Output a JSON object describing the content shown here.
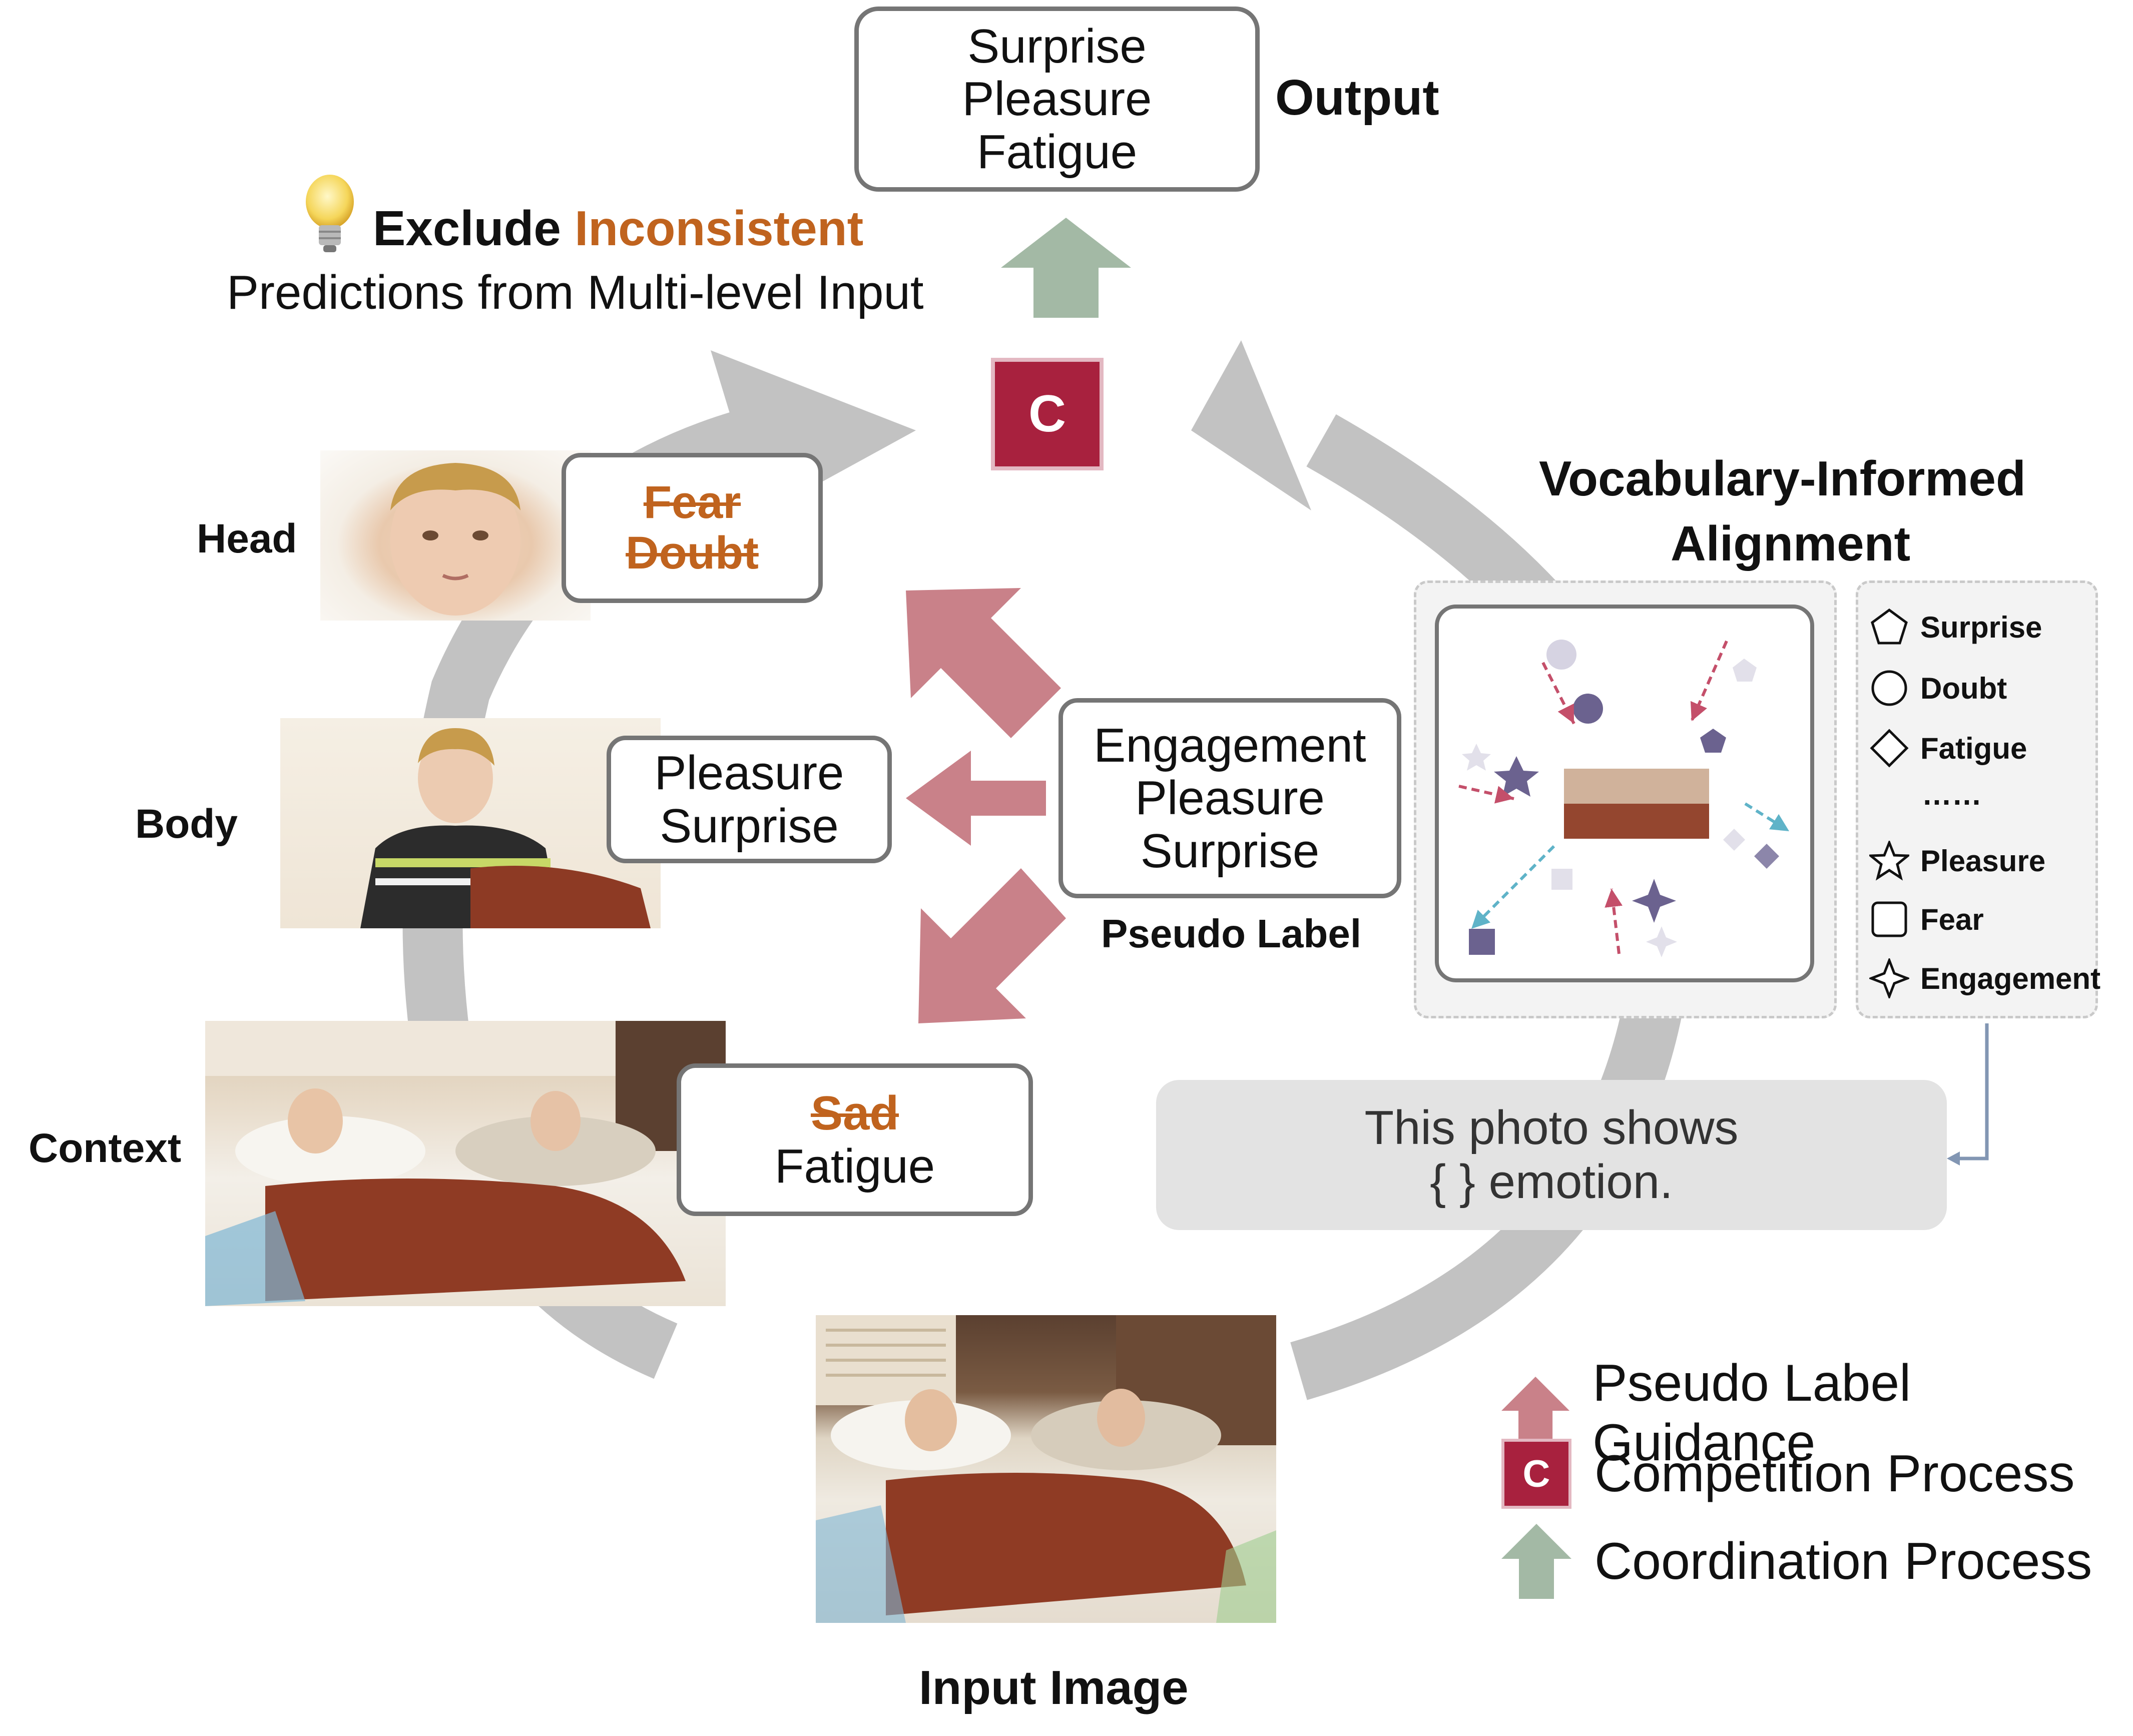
{
  "output": {
    "emotions": [
      "Surprise",
      "Pleasure",
      "Fatigue"
    ],
    "label": "Output"
  },
  "insight": {
    "word_exclude": "Exclude",
    "word_inconsistent": "Inconsistent",
    "line2": "Predictions from Multi-level Input"
  },
  "competition_symbol": "C",
  "levels": {
    "head": {
      "label": "Head",
      "predictions_struck": [
        "Fear",
        "Doubt"
      ]
    },
    "body": {
      "label": "Body",
      "predictions": [
        "Pleasure",
        "Surprise"
      ]
    },
    "context": {
      "label": "Context",
      "predictions_struck": [
        "Sad"
      ],
      "predictions": [
        "Fatigue"
      ]
    }
  },
  "pseudo": {
    "labels": [
      "Engagement",
      "Pleasure",
      "Surprise"
    ],
    "caption": "Pseudo Label"
  },
  "alignment": {
    "title_line1": "Vocabulary-Informed",
    "title_line2": "Alignment"
  },
  "vocabulary": [
    {
      "shape": "pentagon-icon",
      "label": "Surprise"
    },
    {
      "shape": "circle-icon",
      "label": "Doubt"
    },
    {
      "shape": "diamond-icon",
      "label": "Fatigue"
    },
    {
      "shape": "ellipsis",
      "label": "……"
    },
    {
      "shape": "star-icon",
      "label": "Pleasure"
    },
    {
      "shape": "square-icon",
      "label": "Fear"
    },
    {
      "shape": "four-point-star-icon",
      "label": "Engagement"
    }
  ],
  "prompt": {
    "line1": "This photo shows",
    "line2": "{ } emotion."
  },
  "input_label": "Input Image",
  "legend": [
    {
      "icon": "pink-arrow-icon",
      "label": "Pseudo Label Guidance"
    },
    {
      "icon": "competition-c-icon",
      "label": "Competition Process"
    },
    {
      "icon": "green-arrow-icon",
      "label": "Coordination Process"
    }
  ],
  "colors": {
    "pink_arrow": "#c98189",
    "green_arrow": "#a3b9a5",
    "competition": "#a8213e",
    "strike_orange": "#c0631e",
    "cycle_gray": "#c2c2c2",
    "box_border": "#757575",
    "prompt_bg": "#e3e3e3",
    "shape_purple": "#6b628f",
    "arrow_pink_dashed": "#c44f6a",
    "arrow_blue_dashed": "#5fb3c8"
  }
}
